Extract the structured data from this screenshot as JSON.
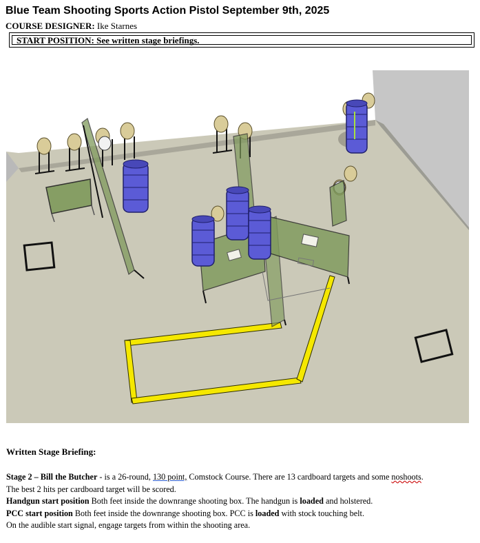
{
  "header": {
    "title": "Blue Team Shooting Sports Action Pistol September 9th, 2025",
    "designer_label": "COURSE DESIGNER:",
    "designer_name": "Ike Starnes",
    "start_position": "START POSITION: See written stage briefings."
  },
  "diagram": {
    "colors": {
      "floor": "#cbc9b8",
      "wall": "#c4c4c4",
      "wall_panel": "#7f9a5c",
      "barrel": "#5b5bd6",
      "fault_line": "#f5e800",
      "target": "#d9cc99"
    }
  },
  "briefing": {
    "heading": "Written Stage Briefing:",
    "stage_title": "Stage 2 – Bill the Butcher",
    "line1_a": " - is a 26-round, ",
    "line1_points": "130 point,",
    "line1_b": " Comstock Course. There are 13 cardboard targets and some ",
    "line1_noshoots": "noshoots",
    "line1_c": ".",
    "line2": "The best 2 hits per cardboard target will be scored.",
    "handgun_label": "Handgun start position",
    "handgun_a": " Both feet inside the downrange shooting box. The handgun is ",
    "handgun_loaded": "loaded",
    "handgun_b": " and holstered.",
    "pcc_label": "PCC start position",
    "pcc_a": " Both feet inside the downrange shooting box. PCC is ",
    "pcc_loaded": "loaded",
    "pcc_b": " with stock touching belt.",
    "line_last": "On the audible start signal, engage targets from within the shooting area."
  }
}
